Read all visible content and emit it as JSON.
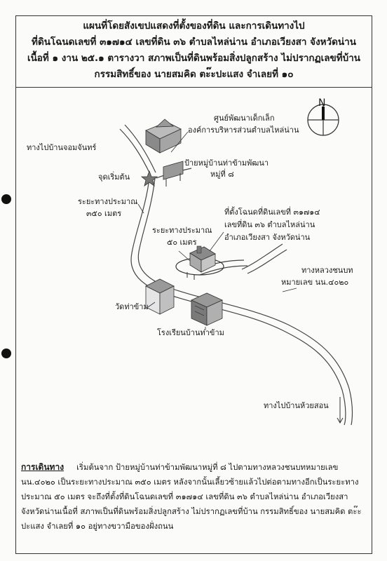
{
  "title": {
    "line1": "แผนที่โดยสังเขปแสดงที่ตั้งของที่ดิน และการเดินทางไป",
    "line2": "ที่ดินโฉนดเลขที่ ๓๑๗๑๔ เลขที่ดิน ๓๖ ตำบลไหล่น่าน อำเภอเวียงสา จังหวัดน่าน",
    "line3": "เนื้อที่ ๑ งาน ๒๕.๑ ตารางวา สภาพเป็นที่ดินพร้อมสิ่งปลูกสร้าง ไม่ปรากฏเลขที่บ้าน",
    "line4": "กรรมสิทธิ์ของ นายสมคิด ตะ๊ะปะแสง จำเลยที่ ๑๐"
  },
  "compass": {
    "label": "N"
  },
  "map_labels": {
    "child_center_1": "ศูนย์พัฒนาเด็กเล็ก",
    "child_center_2": "องค์การบริหารส่วนตำบลไหล่น่าน",
    "road_jom_chan": "ทางไปบ้านจอมจันทร์",
    "start_point": "จุดเริ่มต้น",
    "village_sign_1": "ป้ายหมู่บ้านท่าข้ามพัฒนา",
    "village_sign_2": "หมู่ที่ ๘",
    "distance_350_1": "ระยะทางประมาณ",
    "distance_350_2": "๓๕๐ เมตร",
    "distance_50_1": "ระยะทางประมาณ",
    "distance_50_2": "๕๐ เมตร",
    "plot_1": "ที่ตั้งโฉนดที่ดินเลขที่ ๓๑๗๑๔",
    "plot_2": "เลขที่ดิน ๓๖ ตำบลไหล่น่าน",
    "plot_3": "อำเภอเวียงสา จังหวัดน่าน",
    "highway_1": "ทางหลวงชนบท",
    "highway_2": "หมายเลข นน.๔๐๒๐",
    "temple": "วัดท่าข้าม",
    "school": "โรงเรียนบ้านท่าข้าม",
    "road_huai_son": "ทางไปบ้านห้วยสอน"
  },
  "directions": {
    "heading": "การเดินทาง",
    "text": "เริ่มต้นจาก ป้ายหมู่บ้านท่าข้ามพัฒนาหมู่ที่ ๘ ไปตามทางหลวงชนบทหมายเลข นน.๔๐๒๐ เป็นระยะทางประมาณ ๓๕๐ เมตร หลังจากนั้นเลี้ยวซ้ายแล้วไปต่อตามทางอีกเป็นระยะทาง ประมาณ ๕๐ เมตร จะถึงที่ตั้งที่ดินโฉนดเลขที่ ๓๑๗๑๔ เลขที่ดิน ๓๖ ตำบลไหล่น่าน อำเภอเวียงสา จังหวัดน่านเนื้อที่ สภาพเป็นที่ดินพร้อมสิ่งปลูกสร้าง ไม่ปรากฏเลขที่บ้าน กรรมสิทธิ์ของ นายสมคิด ตะ๊ะปะแสง จำเลยที่ ๑๐ อยู่ทางขวามือของฝั่งถนน"
  },
  "colors": {
    "ink": "#1a1a1a",
    "paper": "#fbfbf9",
    "building": "#8a8a8a",
    "star": "#777777"
  }
}
